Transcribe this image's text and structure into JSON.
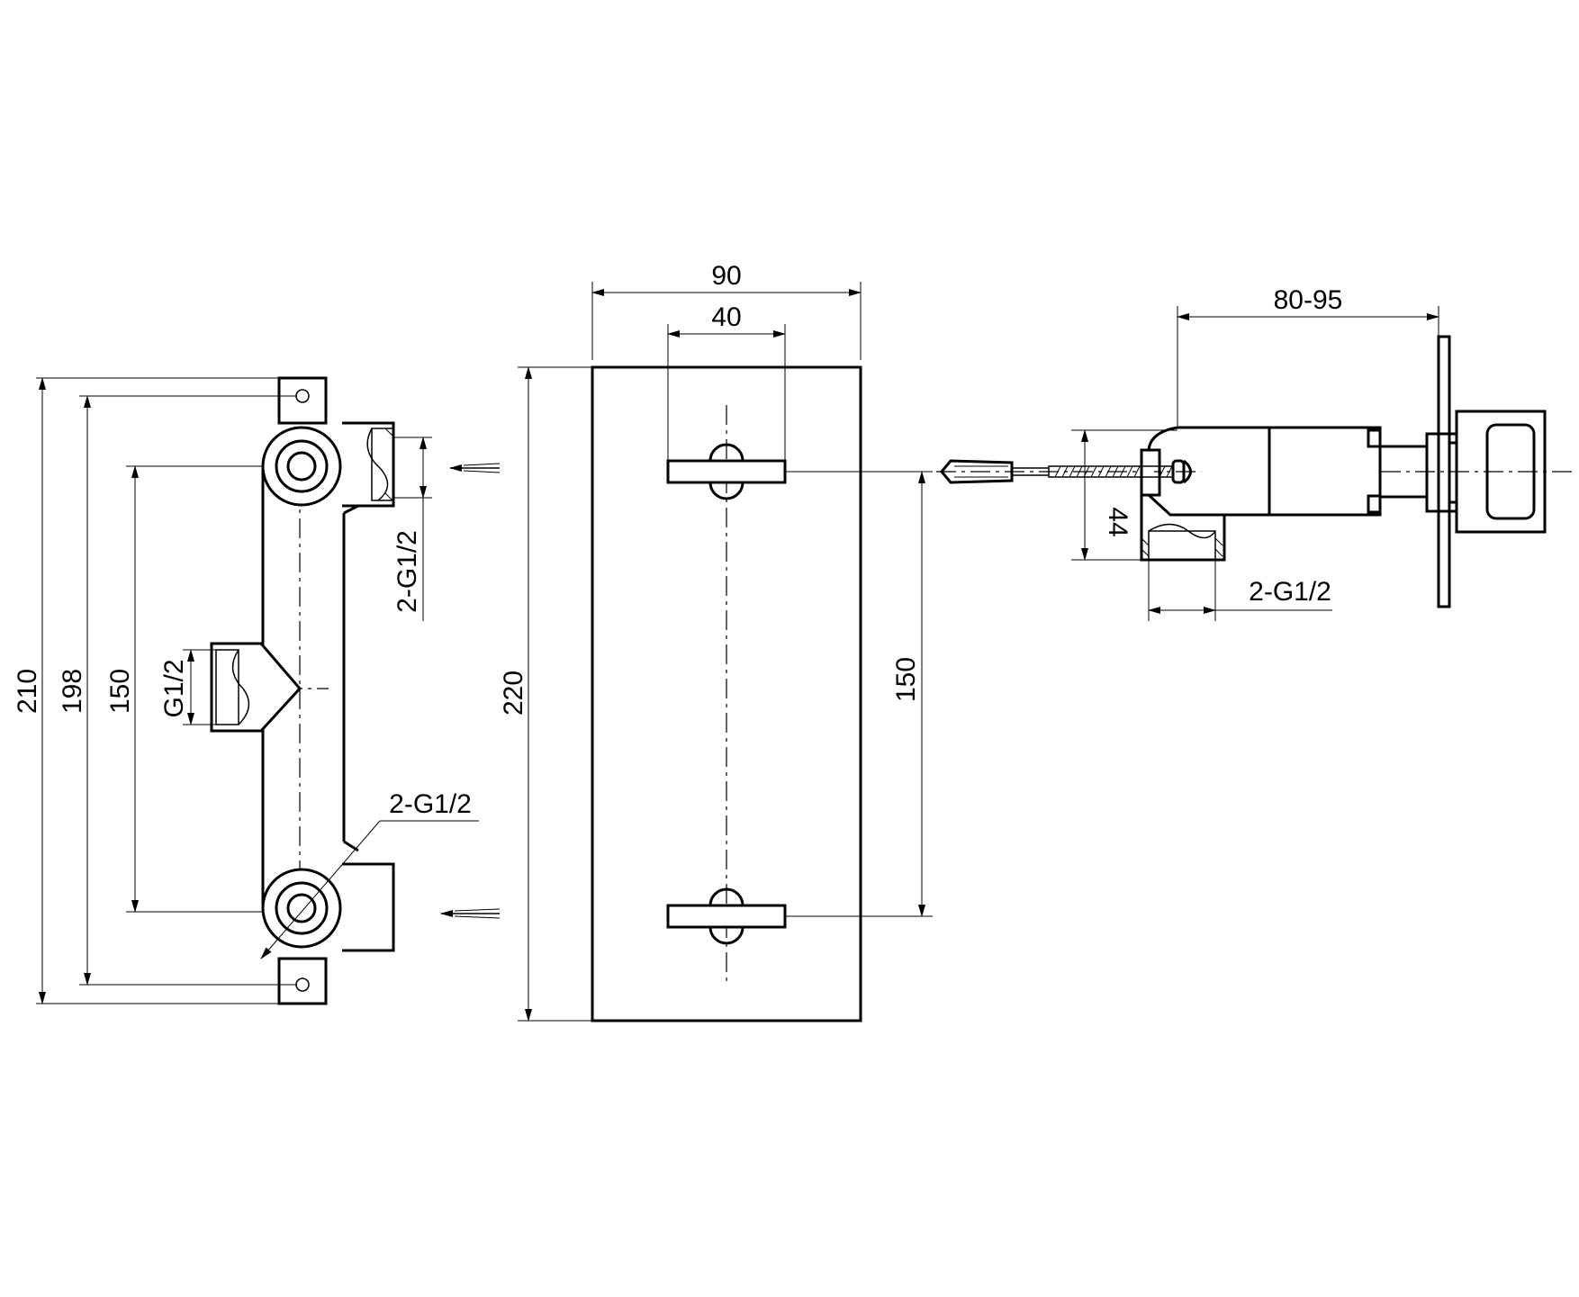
{
  "dimensions": {
    "front_width": "90",
    "handle_spacing": "40",
    "front_height": "220",
    "front_center_distance": "150",
    "body_height_overall": "210",
    "body_hole_distance": "198",
    "body_center_distance": "150",
    "side_depth": "80-95",
    "side_height": "44"
  },
  "threads": {
    "top_inlet": "2-G1/2",
    "middle_outlet": "G1/2",
    "bottom_inlet": "2-G1/2",
    "side_inlet": "2-G1/2"
  }
}
